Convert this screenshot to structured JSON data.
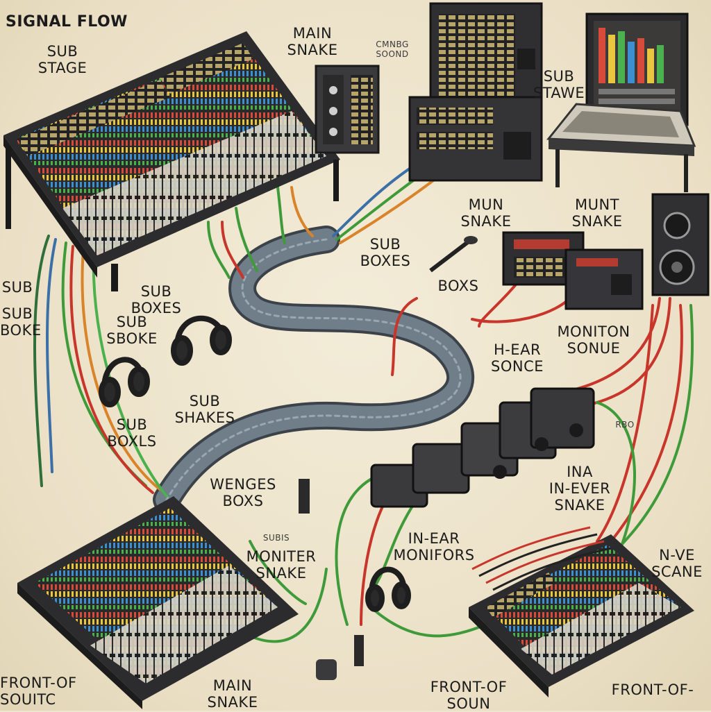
{
  "title": "SIGNAL FLOW",
  "labels": {
    "sub_stage": "SUB\nSTAGE",
    "main_snake_top": "MAIN\nSNAKE",
    "small_top_caption": "CMNBG\nSOOND",
    "sub_stawe": "SUB\nSTAWE",
    "mun_snake": "MUN\nSNAKE",
    "munt_snake": "MUNT\nSNAKE",
    "sub_boxes_center": "SUB\nBOXES",
    "boxs": "BOXS",
    "sub_left_edge": "SUB",
    "sub_boke": "SUB\nBOKE",
    "sub_boxes_left": "SUB\nBOXES",
    "sub_sboke": "SUB\nSBOKE",
    "moniton_sonue": "MONITON\nSONUE",
    "h_ear_sonce": "H-EAR\nSONCE",
    "sub_shakes": "SUB\nSHAKES",
    "sub_boxls": "SUB\nBOXLS",
    "wenges_boxs": "WENGES\nBOXS",
    "ina_in_ever_snake": "INA\nIN-EVER\nSNAKE",
    "in_ear_monifors": "IN-EAR\nMONIFORS",
    "moniter_snake": "MONITER\nSNAKE",
    "n_ve_scane": "N-VE\nSCANE",
    "small_right_caption": "RBO",
    "small_center_caption": "SUBIS",
    "front_of_souitc": "FRONT-OF\nSOUITC",
    "main_snake_bottom": "MAIN\nSNAKE",
    "front_of_soun": "FRONT-OF\nSOUN",
    "front_of_right": "FRONT-OF-"
  },
  "colors": {
    "background": "#efe6cf",
    "console": "#2c2c2e",
    "snake": "#5a6770",
    "cable_red": "#c8362b",
    "cable_green": "#3f9a3a",
    "cable_blue": "#3b6fa8",
    "cable_orange": "#d9832a",
    "ink": "#1b1b1b"
  }
}
